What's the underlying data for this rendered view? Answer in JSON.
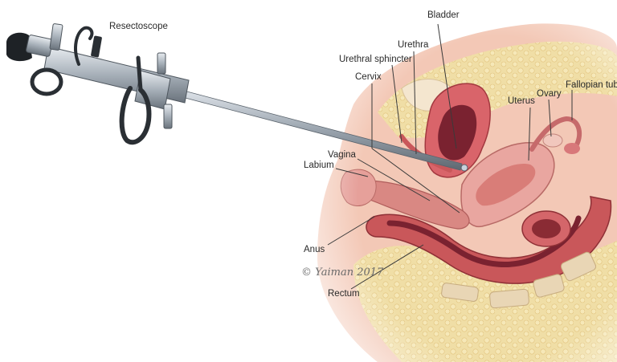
{
  "labels": {
    "resectoscope": "Resectoscope",
    "bladder": "Bladder",
    "urethra": "Urethra",
    "urethral_sphincter": "Urethral sphincter",
    "cervix": "Cervix",
    "fallopian_tube": "Fallopian tube",
    "ovary": "Ovary",
    "uterus": "Uterus",
    "vagina": "Vagina",
    "labium": "Labium",
    "anus": "Anus",
    "rectum": "Rectum"
  },
  "signature": "© Yaiman 2017",
  "colors": {
    "skin": "#f3c8b6",
    "fat": "#efdca0",
    "tissue_pink": "#e9a6a0",
    "organ_red": "#c9575a",
    "lumen_dark": "#7a2230",
    "instrument": "#8e97a1",
    "leader_line": "#3a3a3a"
  }
}
